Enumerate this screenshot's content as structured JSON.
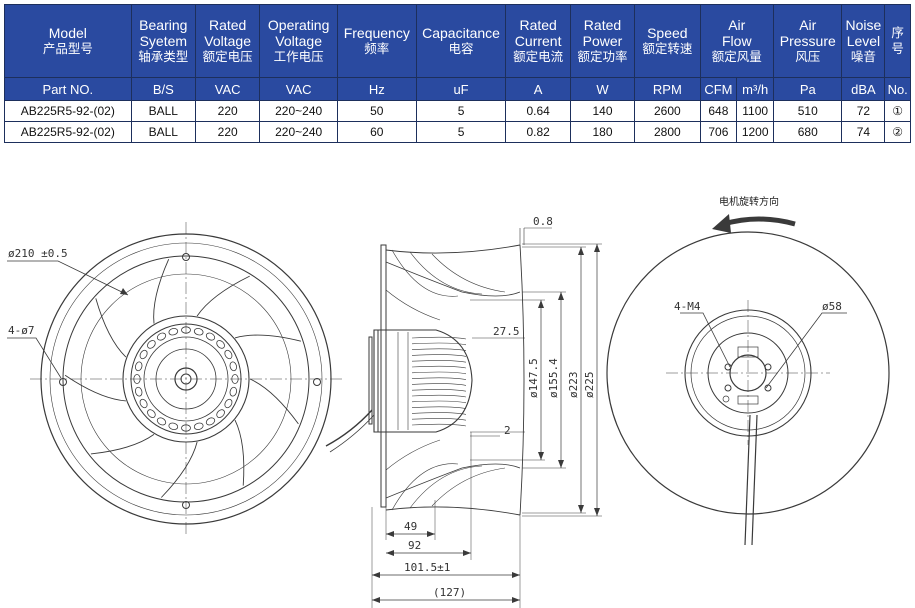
{
  "table": {
    "headers": [
      {
        "en": [
          "Model"
        ],
        "zh": "产品型号"
      },
      {
        "en": [
          "Bearing",
          "Syetem"
        ],
        "zh": "轴承类型"
      },
      {
        "en": [
          "Rated",
          "Voltage"
        ],
        "zh": "额定电压"
      },
      {
        "en": [
          "Operating",
          "Voltage"
        ],
        "zh": "工作电压"
      },
      {
        "en": [
          "Frequency"
        ],
        "zh": "频率"
      },
      {
        "en": [
          "Capacitance"
        ],
        "zh": "电容"
      },
      {
        "en": [
          "Rated",
          "Current"
        ],
        "zh": "额定电流"
      },
      {
        "en": [
          "Rated",
          "Power"
        ],
        "zh": "额定功率"
      },
      {
        "en": [
          "Speed"
        ],
        "zh": "额定转速"
      },
      {
        "en": [
          "Air",
          "Flow"
        ],
        "zh": "额定风量"
      },
      {
        "en": [
          "Air",
          "Pressure"
        ],
        "zh": "风压"
      },
      {
        "en": [
          "Noise",
          "Level"
        ],
        "zh": "噪音"
      },
      {
        "en": [],
        "zh": "序号"
      }
    ],
    "units": [
      "Part NO.",
      "B/S",
      "VAC",
      "VAC",
      "Hz",
      "uF",
      "A",
      "W",
      "RPM",
      "CFM",
      "m³/h",
      "Pa",
      "dBA",
      "No."
    ],
    "rows": [
      [
        "AB225R5-92-(02)",
        "BALL",
        "220",
        "220~240",
        "50",
        "5",
        "0.64",
        "140",
        "2600",
        "648",
        "1100",
        "510",
        "72",
        "①"
      ],
      [
        "AB225R5-92-(02)",
        "BALL",
        "220",
        "220~240",
        "60",
        "5",
        "0.82",
        "180",
        "2800",
        "706",
        "1200",
        "680",
        "74",
        "②"
      ]
    ]
  },
  "drawing": {
    "front": {
      "diameter_label": "ø210 ±0.5",
      "holes_label": "4-ø7"
    },
    "side": {
      "dims": {
        "d08": "0.8",
        "d275": "27.5",
        "d2": "2",
        "d1475": "ø147.5",
        "d1554": "ø155.4",
        "d2233": "ø223",
        "d225": "ø225",
        "d49": "49",
        "d92": "92",
        "d1015": "101.5±1",
        "d127": "(127)"
      }
    },
    "back": {
      "rotation_label": "电机旋转方向",
      "m4_label": "4-M4",
      "d58_label": "ø58"
    }
  }
}
